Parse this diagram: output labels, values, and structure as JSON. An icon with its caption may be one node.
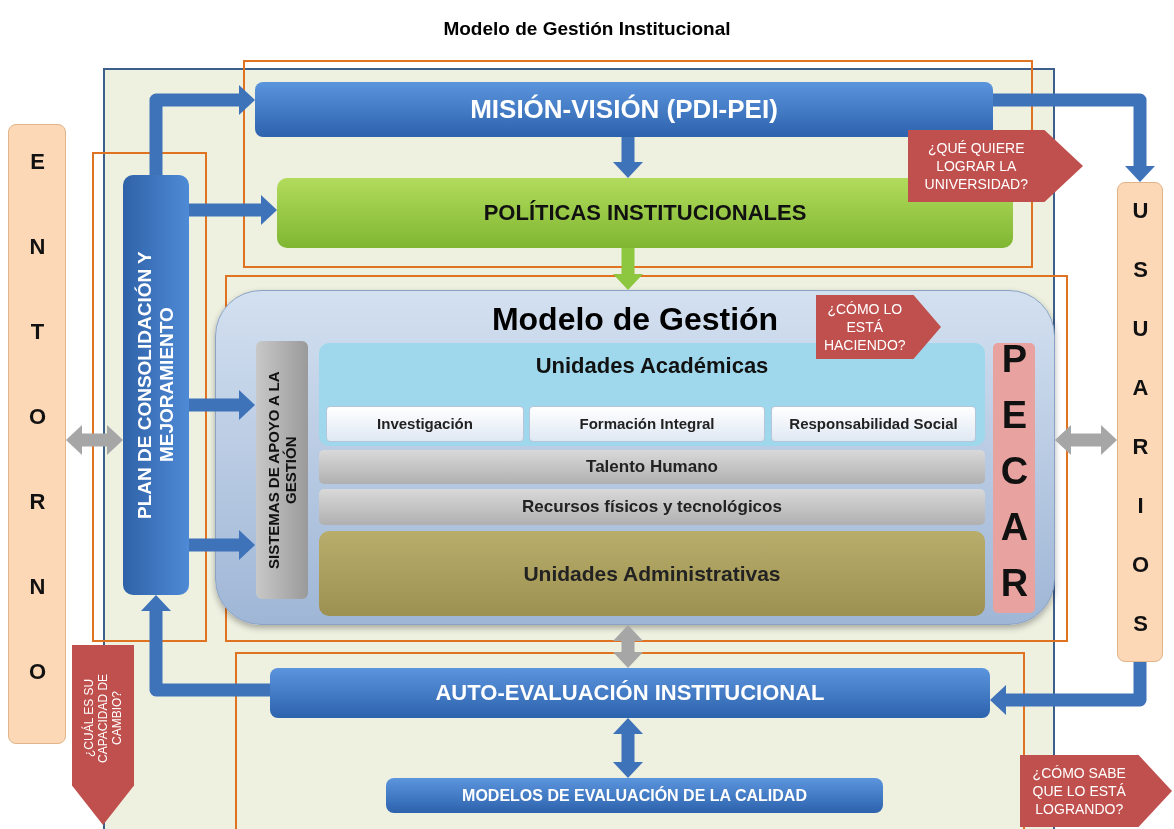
{
  "diagram": {
    "title": "Modelo de Gestión Institucional",
    "nodes": [
      {
        "text": [
          "ENTORNO"
        ]
      },
      {
        "text": [
          "PLAN DE CONSOLIDACIÓN Y MEJORAMIENTO"
        ]
      },
      {
        "text": [
          "MISIÓN-VISIÓN (PDI-PEI)"
        ]
      },
      {
        "text": [
          "POLÍTICAS INSTITUCIONALES"
        ]
      },
      {
        "text": [
          "¿QUÉ QUIERE LOGRAR LA UNIVERSIDAD?"
        ]
      },
      {
        "text": [
          "Modelo de Gestión"
        ]
      },
      {
        "text": [
          "¿CÓMO LO ESTÁ HACIENDO?"
        ],
        "in": 5
      },
      {
        "text": [
          "SISTEMAS DE APOYO A LA GESTIÓN"
        ],
        "in": 5
      },
      {
        "text": [
          "Unidades Académicas"
        ],
        "in": 5
      },
      {
        "text": [
          "Investigación"
        ],
        "in": 8
      },
      {
        "text": [
          "Formación Integral"
        ],
        "in": 8
      },
      {
        "text": [
          "Responsabilidad Social"
        ],
        "in": 8
      },
      {
        "text": [
          "Talento Humano"
        ],
        "in": 5
      },
      {
        "text": [
          "Recursos físicos y tecnológicos"
        ],
        "in": 5
      },
      {
        "text": [
          "Unidades Administrativas"
        ],
        "in": 5
      },
      {
        "text": [
          "PECAR"
        ],
        "in": 5
      },
      {
        "text": [
          "USUARIOS"
        ]
      },
      {
        "text": [
          "AUTO-EVALUACIÓN INSTITUCIONAL"
        ]
      },
      {
        "text": [
          "MODELOS DE EVALUACIÓN DE LA CALIDAD"
        ]
      },
      {
        "text": [
          "¿CUÁL ES SU CAPACIDAD DE CAMBIO?"
        ]
      },
      {
        "text": [
          "¿CÓMO SABE QUE LO ESTÁ LOGRANDO?"
        ]
      }
    ],
    "edges": [
      {
        "from": 0,
        "to": 1,
        "arrow": "both",
        "color": "#a6a6a6"
      },
      {
        "from": 1,
        "to": 2,
        "arrow": "to"
      },
      {
        "from": 1,
        "to": 3,
        "arrow": "to"
      },
      {
        "from": 2,
        "to": 3,
        "arrow": "to"
      },
      {
        "from": 3,
        "to": 5,
        "arrow": "to",
        "color": "#8dc63f"
      },
      {
        "from": 1,
        "to": 7,
        "arrow": "to"
      },
      {
        "from": 1,
        "to": 7,
        "arrow": "to"
      },
      {
        "from": 5,
        "to": 16,
        "arrow": "both",
        "color": "#a6a6a6"
      },
      {
        "from": 2,
        "to": 16,
        "arrow": "to"
      },
      {
        "from": 5,
        "to": 17,
        "arrow": "both",
        "color": "#a6a6a6"
      },
      {
        "from": 16,
        "to": 17,
        "arrow": "to"
      },
      {
        "from": 17,
        "to": 18,
        "arrow": "both"
      },
      {
        "from": 17,
        "to": 1,
        "arrow": "to"
      }
    ]
  }
}
